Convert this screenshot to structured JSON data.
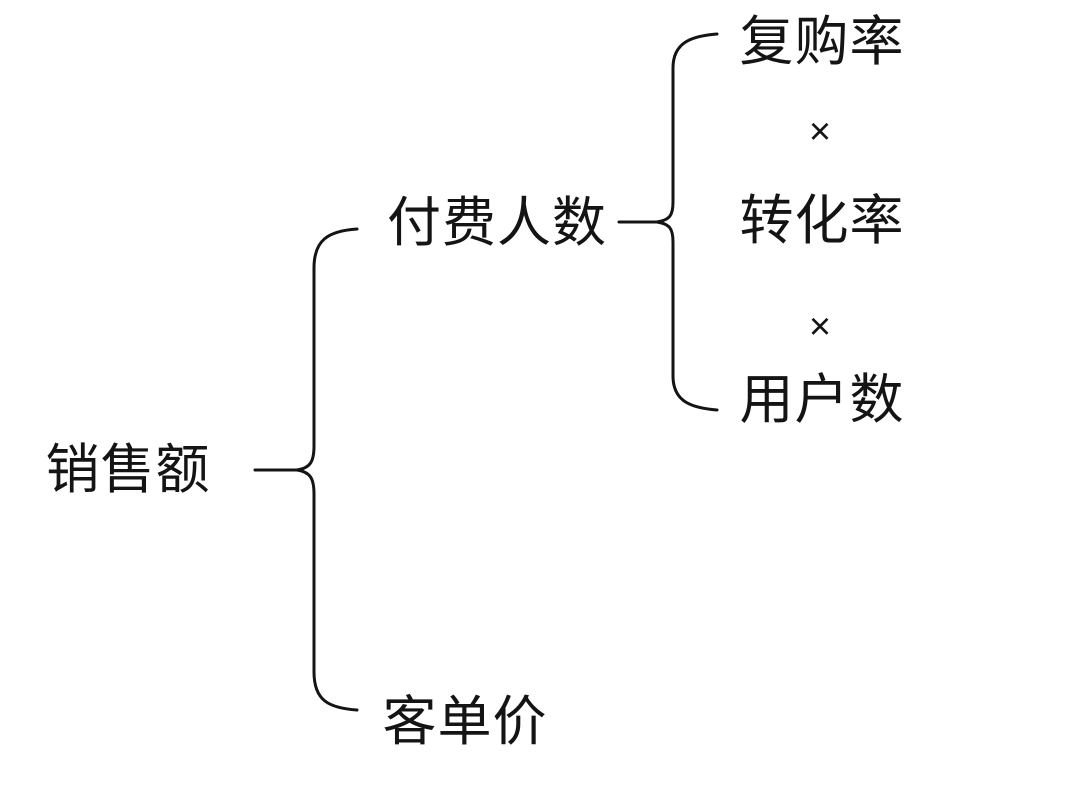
{
  "theme": {
    "ink_color": "#141414",
    "background_color": "#ffffff"
  },
  "diagram": {
    "type": "metric-decomposition-tree",
    "root": {
      "label": "销售额"
    },
    "children": [
      {
        "label": "付费人数",
        "children": [
          {
            "label": "复购率"
          },
          {
            "label": "×"
          },
          {
            "label": "转化率"
          },
          {
            "label": "×"
          },
          {
            "label": "用户数"
          }
        ]
      },
      {
        "label": "客单价"
      }
    ]
  }
}
